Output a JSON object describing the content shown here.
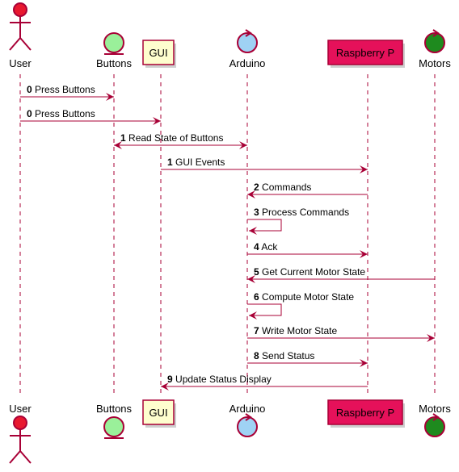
{
  "colors": {
    "stroke": "#A80036",
    "actor_fill": "#E8182F",
    "entity_fill": "#9AF09A",
    "gui_fill": "#FEFECE",
    "arduino_fill": "#9FD2F4",
    "pi_fill": "#E5115A",
    "motors_fill": "#1E8A1E"
  },
  "participants": [
    {
      "id": "user",
      "name": "User",
      "kind": "actor"
    },
    {
      "id": "buttons",
      "name": "Buttons",
      "kind": "entity"
    },
    {
      "id": "gui",
      "name": "GUI",
      "kind": "box"
    },
    {
      "id": "arduino",
      "name": "Arduino",
      "kind": "control"
    },
    {
      "id": "pi",
      "name": "Raspberry P",
      "kind": "box"
    },
    {
      "id": "motors",
      "name": "Motors",
      "kind": "control"
    }
  ],
  "messages": [
    {
      "num": "0",
      "label": "Press Buttons",
      "from": "user",
      "to": "buttons",
      "style": "right"
    },
    {
      "num": "0",
      "label": "Press Buttons",
      "from": "user",
      "to": "gui",
      "style": "right"
    },
    {
      "num": "1",
      "label": "Read State of Buttons",
      "from": "buttons",
      "to": "arduino",
      "style": "both"
    },
    {
      "num": "1",
      "label": "GUI Events",
      "from": "gui",
      "to": "pi",
      "style": "right"
    },
    {
      "num": "2",
      "label": "Commands",
      "from": "pi",
      "to": "arduino",
      "style": "left"
    },
    {
      "num": "3",
      "label": "Process Commands",
      "from": "arduino",
      "to": "arduino",
      "style": "self"
    },
    {
      "num": "4",
      "label": "Ack",
      "from": "arduino",
      "to": "pi",
      "style": "right"
    },
    {
      "num": "5",
      "label": "Get Current Motor State",
      "from": "motors",
      "to": "arduino",
      "style": "left"
    },
    {
      "num": "6",
      "label": "Compute Motor State",
      "from": "arduino",
      "to": "arduino",
      "style": "self"
    },
    {
      "num": "7",
      "label": "Write Motor State",
      "from": "arduino",
      "to": "motors",
      "style": "right"
    },
    {
      "num": "8",
      "label": "Send Status",
      "from": "arduino",
      "to": "pi",
      "style": "right"
    },
    {
      "num": "9",
      "label": "Update Status Display",
      "from": "pi",
      "to": "gui",
      "style": "left"
    }
  ]
}
